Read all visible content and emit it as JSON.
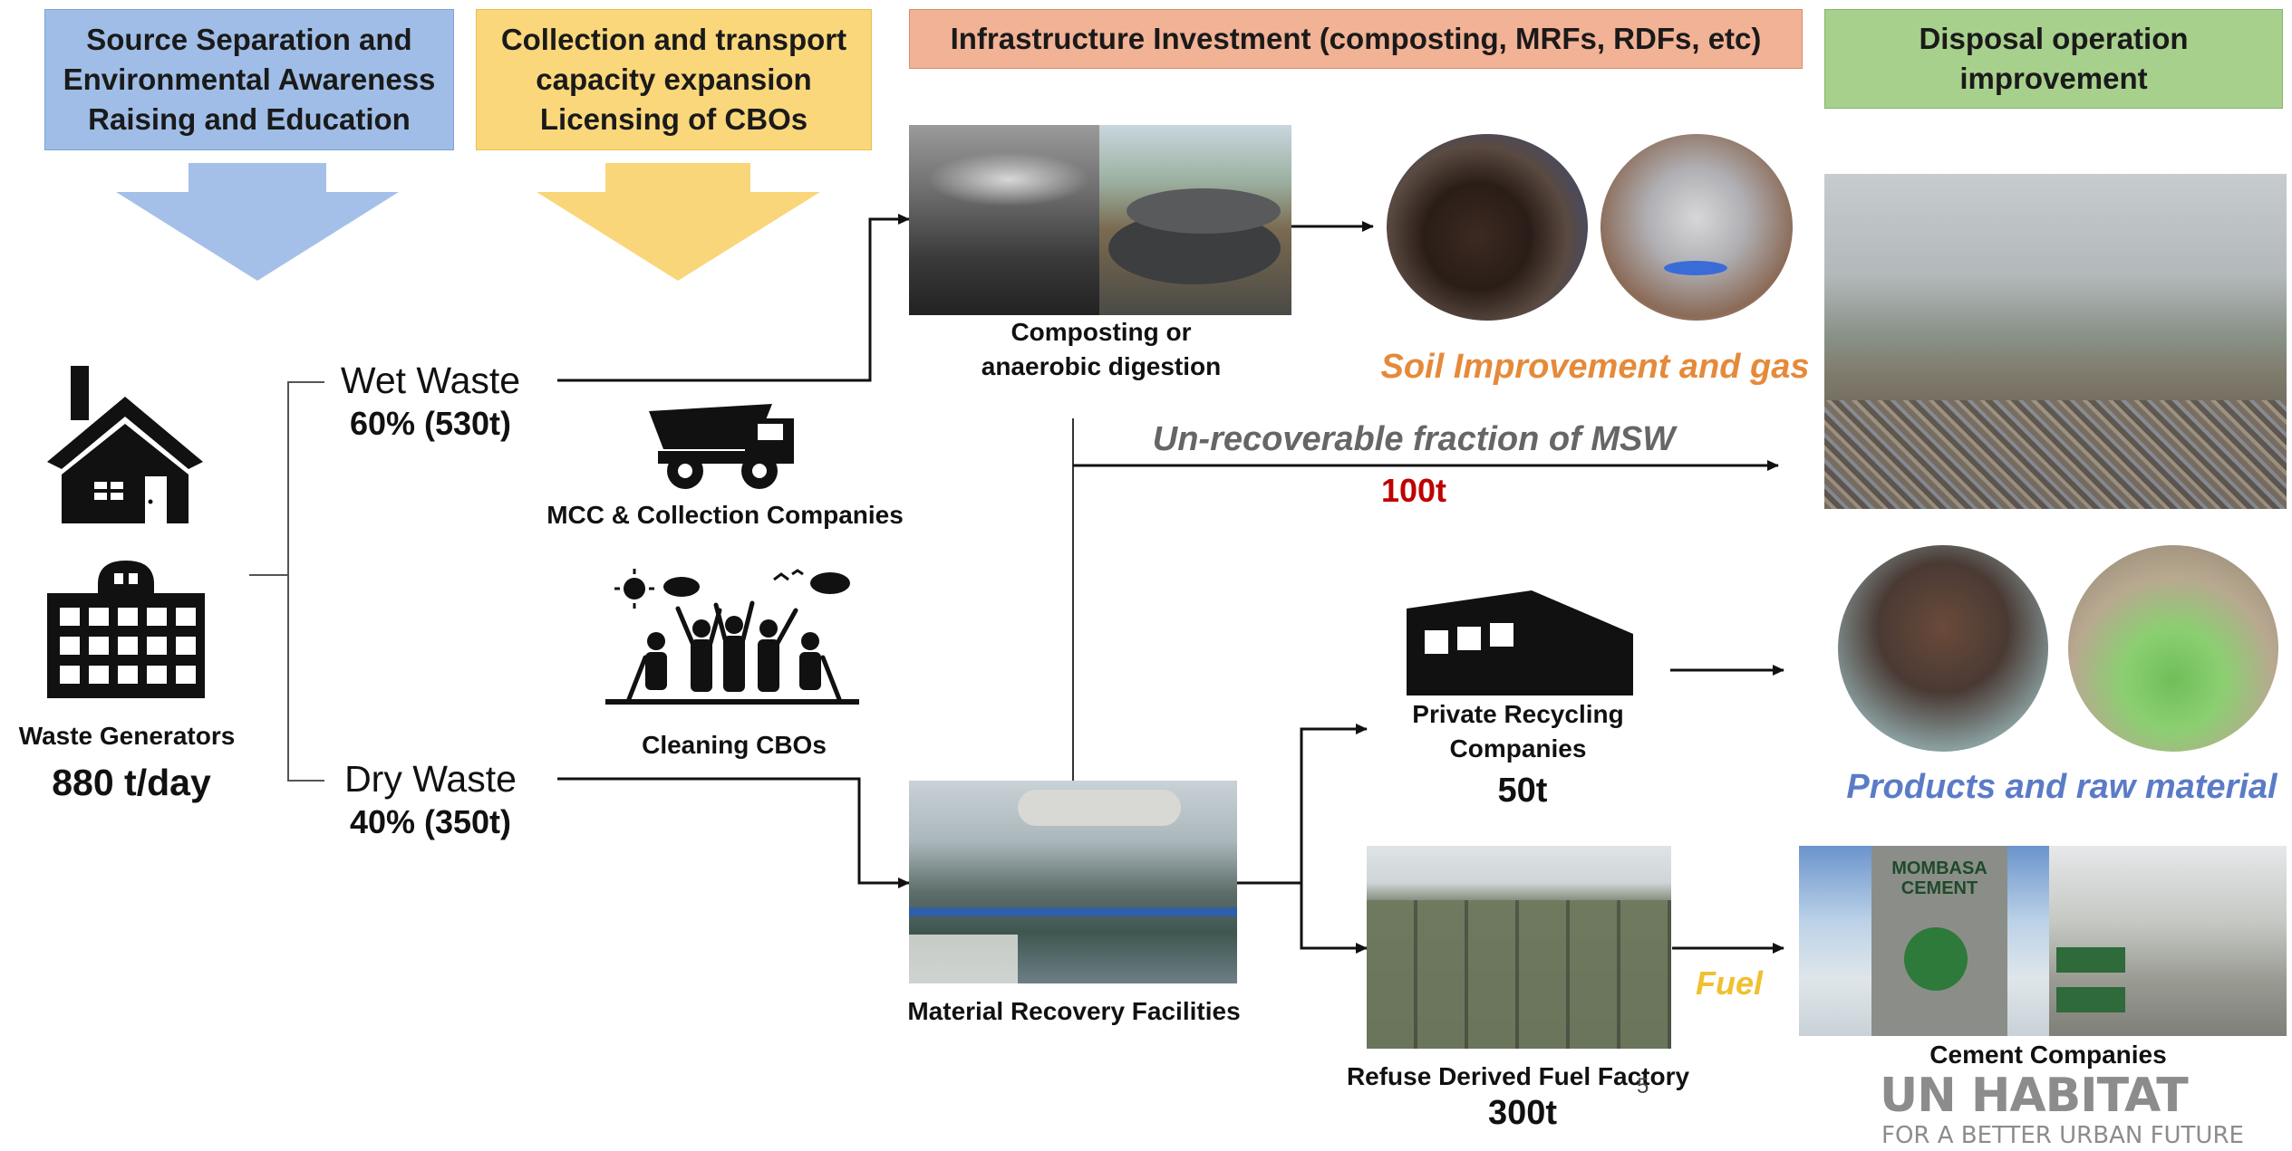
{
  "headers": {
    "awareness": "Source Separation and\nEnvironmental Awareness\nRaising and Education",
    "collection": "Collection and transport\ncapacity expansion\nLicensing of CBOs",
    "infrastructure": "Infrastructure Investment (composting, MRFs, RDFs, etc)",
    "disposal": "Disposal operation\nimprovement"
  },
  "generators": {
    "label": "Waste Generators",
    "amount": "880 t/day"
  },
  "wet_waste": {
    "label": "Wet Waste",
    "share": "60% (530t)"
  },
  "dry_waste": {
    "label": "Dry Waste",
    "share": "40% (350t)"
  },
  "actors": {
    "collection": "MCC & Collection Companies",
    "cbos": "Cleaning CBOs"
  },
  "composting": {
    "label": "Composting or\nanaerobic digestion",
    "outcome": "Soil Improvement and gas"
  },
  "unrecoverable": {
    "label": "Un-recoverable fraction of MSW",
    "amount": "100t"
  },
  "mrf": {
    "label": "Material Recovery Facilities"
  },
  "recycling": {
    "label": "Private Recycling\nCompanies",
    "amount": "50t",
    "outcome": "Products and raw material"
  },
  "rdf": {
    "label": "Refuse Derived Fuel Factory",
    "amount": "300t",
    "outcome": "Fuel"
  },
  "cement": {
    "label": "Cement Companies",
    "sign_text": "MOMBASA CEMENT"
  },
  "footer": {
    "page_number": "5",
    "logo_main": "UN HABITAT",
    "logo_sub": "FOR A BETTER URBAN FUTURE"
  },
  "colors": {
    "header_blue": "#9fbde6",
    "header_yellow": "#fad77a",
    "header_orange": "#f2b295",
    "header_green": "#a8d08d",
    "soil_orange": "#e58a3a",
    "unrecoverable_gray": "#666666",
    "amount_red": "#c00000",
    "products_blue": "#5b7bc7",
    "fuel_gold": "#f0c030"
  }
}
